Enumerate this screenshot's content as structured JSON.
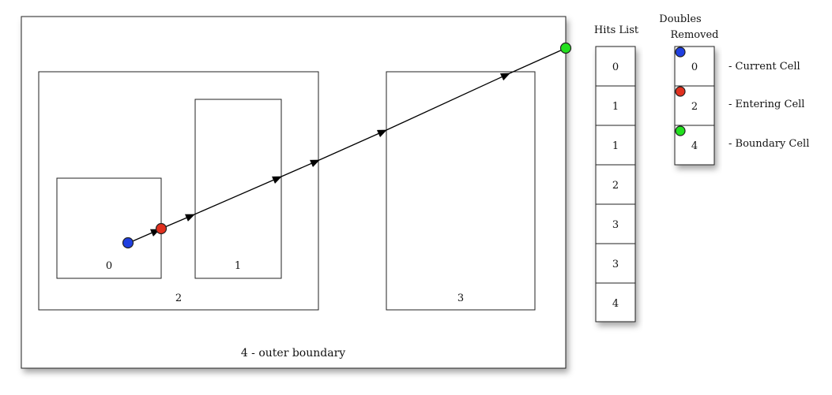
{
  "diagram": {
    "outer_label": "4 - outer boundary",
    "cells": [
      {
        "id": "cell-0",
        "label": "0"
      },
      {
        "id": "cell-1",
        "label": "1"
      },
      {
        "id": "cell-2",
        "label": "2"
      },
      {
        "id": "cell-3",
        "label": "3"
      }
    ]
  },
  "hits_list": {
    "title": "Hits List",
    "items": [
      "0",
      "1",
      "1",
      "2",
      "3",
      "3",
      "4"
    ]
  },
  "doubles_removed": {
    "title_line1": "Doubles",
    "title_line2": "Removed",
    "items": [
      "0",
      "2",
      "4"
    ]
  },
  "legend": {
    "current": {
      "label": "- Current Cell",
      "color": "#1f3fe0"
    },
    "entering": {
      "label": "- Entering Cell",
      "color": "#e0301e"
    },
    "boundary": {
      "label": "- Boundary Cell",
      "color": "#22e01e"
    }
  }
}
